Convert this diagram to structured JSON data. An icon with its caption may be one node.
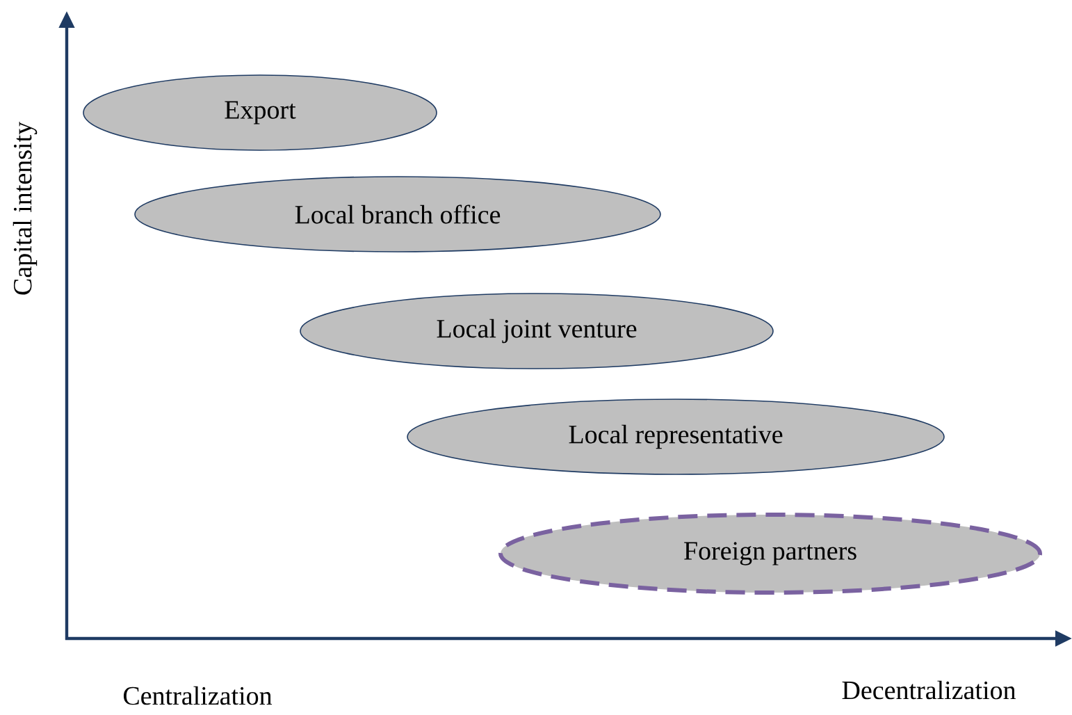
{
  "diagram": {
    "nodes": [
      {
        "text": [
          "Export"
        ]
      },
      {
        "text": [
          "Local branch office"
        ]
      },
      {
        "text": [
          "Local joint venture"
        ]
      },
      {
        "text": [
          "Local representative"
        ]
      },
      {
        "text": [
          "Foreign partners"
        ]
      }
    ],
    "labels": [
      "Capital intensity",
      "Centralization",
      "Decentralization"
    ]
  }
}
